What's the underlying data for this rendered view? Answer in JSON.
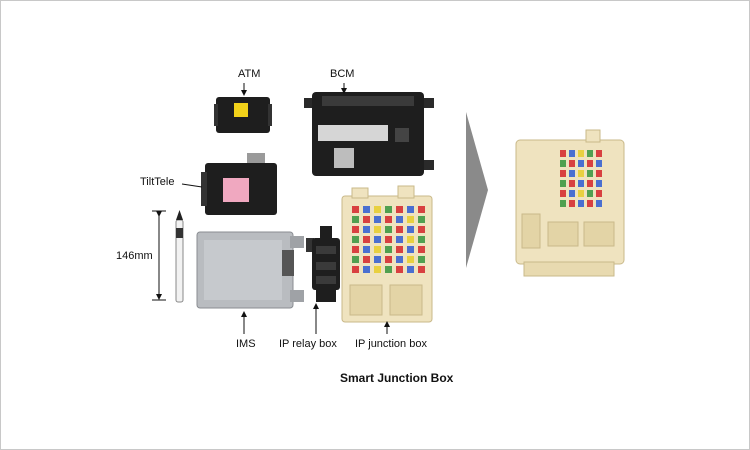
{
  "labels": {
    "atm": "ATM",
    "bcm": "BCM",
    "tilttele": "TiltTele",
    "dimension": "146mm",
    "ims": "IMS",
    "ip_relay_box": "IP relay box",
    "ip_junction_box": "IP junction box"
  },
  "caption": "Smart Junction Box",
  "colors": {
    "module_dark": "#1e1e1e",
    "module_silver": "#b9bcc0",
    "junction_beige": "#efe3bf",
    "arrow_gray": "#8a8a8a",
    "fuse_red": "#d84040",
    "fuse_blue": "#4a6fd0",
    "fuse_yellow": "#e8d040",
    "fuse_green": "#50a050",
    "label_pink": "#f0a8c0",
    "label_yellow": "#f2d21a"
  },
  "icons": [
    "arrow-down-icon",
    "arrow-up-icon",
    "dimension-icon",
    "transform-arrow-icon"
  ]
}
